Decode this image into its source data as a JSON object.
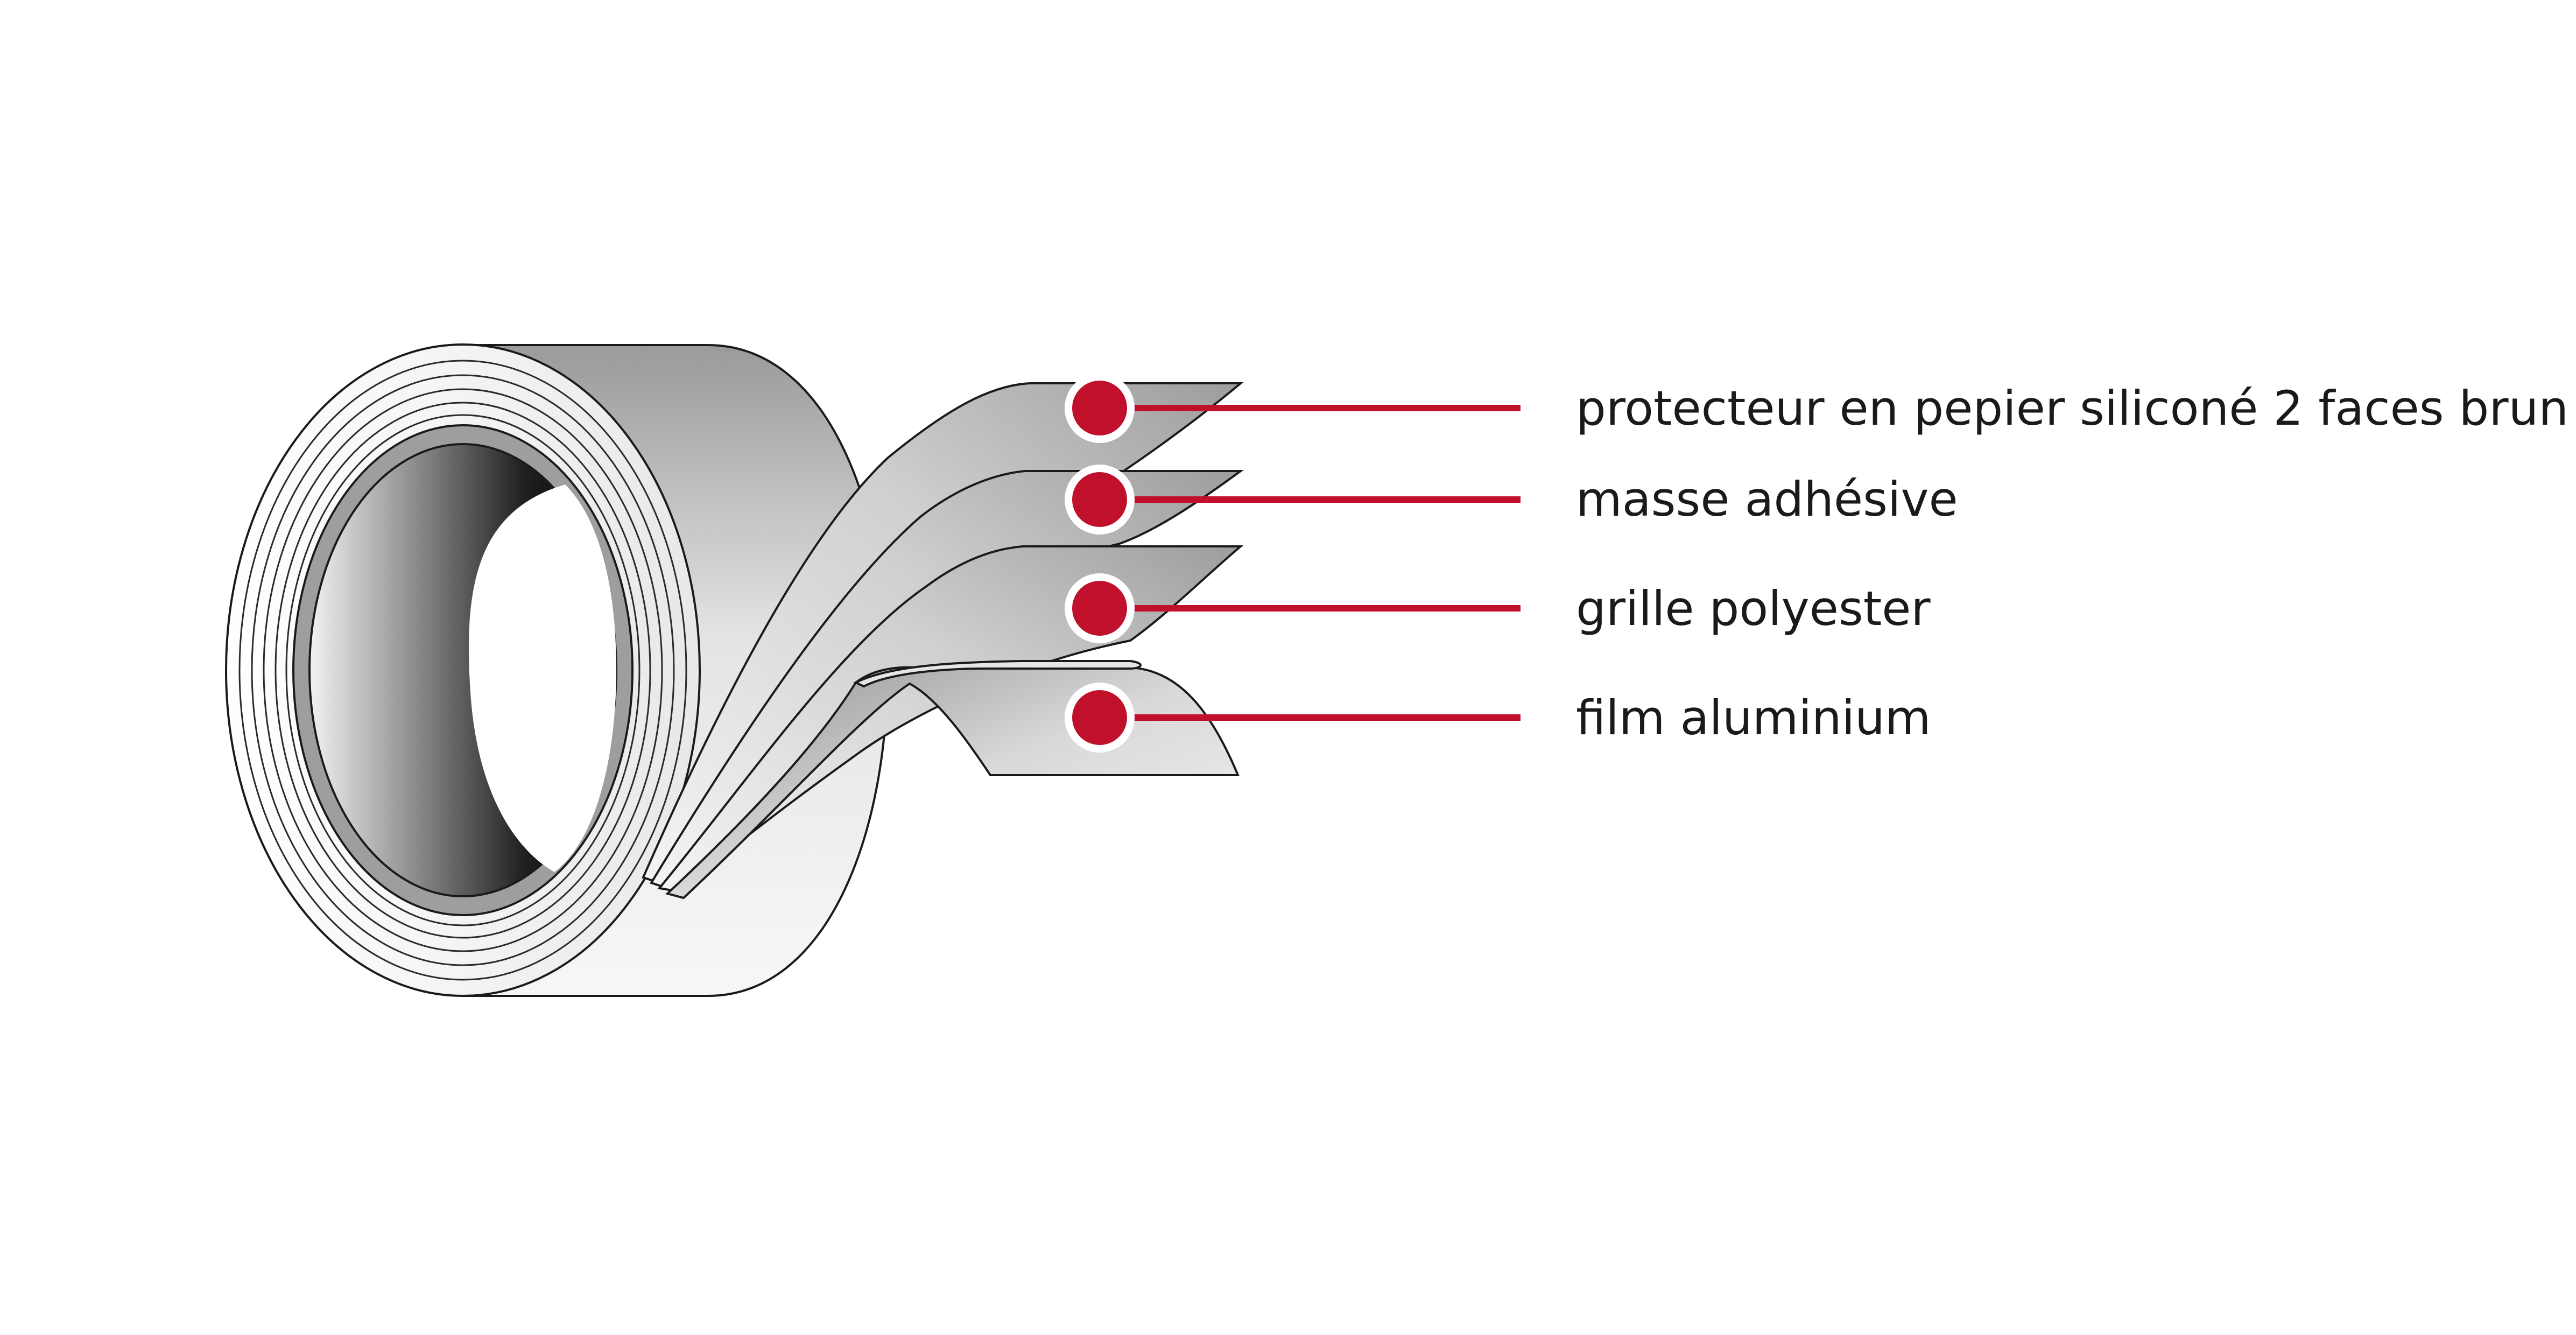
{
  "layers": [
    {
      "id": "silicone-paper-liner",
      "label": "protecteur en pepier siliconé 2 faces brun"
    },
    {
      "id": "adhesive-mass",
      "label": "masse adhésive"
    },
    {
      "id": "polyester-grid",
      "label": "grille polyester"
    },
    {
      "id": "aluminium-film",
      "label": "film aluminium"
    }
  ],
  "colors": {
    "marker": "#c0102b",
    "leader": "#c0102b",
    "outline": "#1a1a1a",
    "label_text": "#1a1a1a"
  }
}
